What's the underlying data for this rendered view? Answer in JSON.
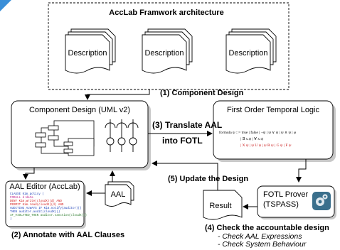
{
  "title": "AccLab Framwork architecture",
  "descriptions": [
    "Description",
    "Description",
    "Description"
  ],
  "steps": {
    "step1": "(1) Component Design",
    "step2": "(2) Annotate with AAL Clauses",
    "step3_line1": "(3) Translate AAL",
    "step3_line2": "into FOTL",
    "step4": "(4) Check the accountable design",
    "step4_items": [
      "- Check AAL Expressions",
      "- Check System Behaviour"
    ],
    "step5": "(5) Update the Design"
  },
  "boxes": {
    "component_design": "Component Design (UML v2)",
    "fotl": "First Order Temporal Logic",
    "aal_editor": "AAL Editor (AccLab)",
    "aal_doc": "AAL",
    "result": "Result",
    "prover_line1": "FOTL Prover",
    "prover_line2": "(TSPASS)"
  },
  "aal_code": [
    {
      "text": "CLAUSE Kim_policy (",
      "color": "#1a3fb8"
    },
    {
      "text": "  FORALL d:data",
      "color": "#c0208a"
    },
    {
      "text": "  DENY Kim.write(cloudX)(d) AND",
      "color": "#d42020"
    },
    {
      "text": "  PERMIT Kim.read(cloudX)(d) AND",
      "color": "#d42020"
    },
    {
      "text": "  AUDITING ALWAYS IF Kim.notify(auditor)()",
      "color": "#1a3fb8"
    },
    {
      "text": "  THEN auditor.audit(cloudX)()",
      "color": "#1a3fb8"
    },
    {
      "text": "  IF_VIOLATED_THEN auditor.sanction(cloudX)()",
      "color": "#2a7a2a"
    },
    {
      "text": ")",
      "color": "#1a3fb8"
    }
  ],
  "fotl_lines": [
    "formula ψ ::= true | false | ¬ψ | ψ ∨ ψ | ψ ∧ ψ | φ",
    "| ∃ x.ψ | ∀ x.ψ",
    "| X ψ | ψ U ψ | ψ R ψ | G ψ | F ψ"
  ],
  "colors": {
    "shadow": "#c8c8c8",
    "prover_icon_bg": "#3a6f8c",
    "corner_accent": "#3a8fd8"
  },
  "icons": [
    "gear-icon",
    "component-icon",
    "interface-icon"
  ]
}
